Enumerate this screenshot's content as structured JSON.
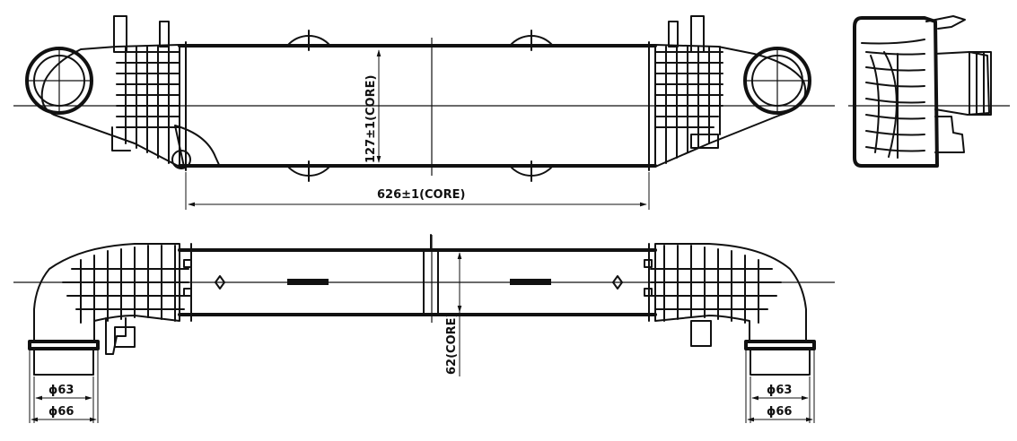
{
  "dimensions": {
    "core_width": "626±1(CORE)",
    "core_height": "127±1(CORE)",
    "core_depth": "62(CORE)",
    "left_outlet_inner": "ϕ63",
    "left_outlet_outer": "ϕ66",
    "right_outlet_inner": "ϕ63",
    "right_outlet_outer": "ϕ66"
  }
}
